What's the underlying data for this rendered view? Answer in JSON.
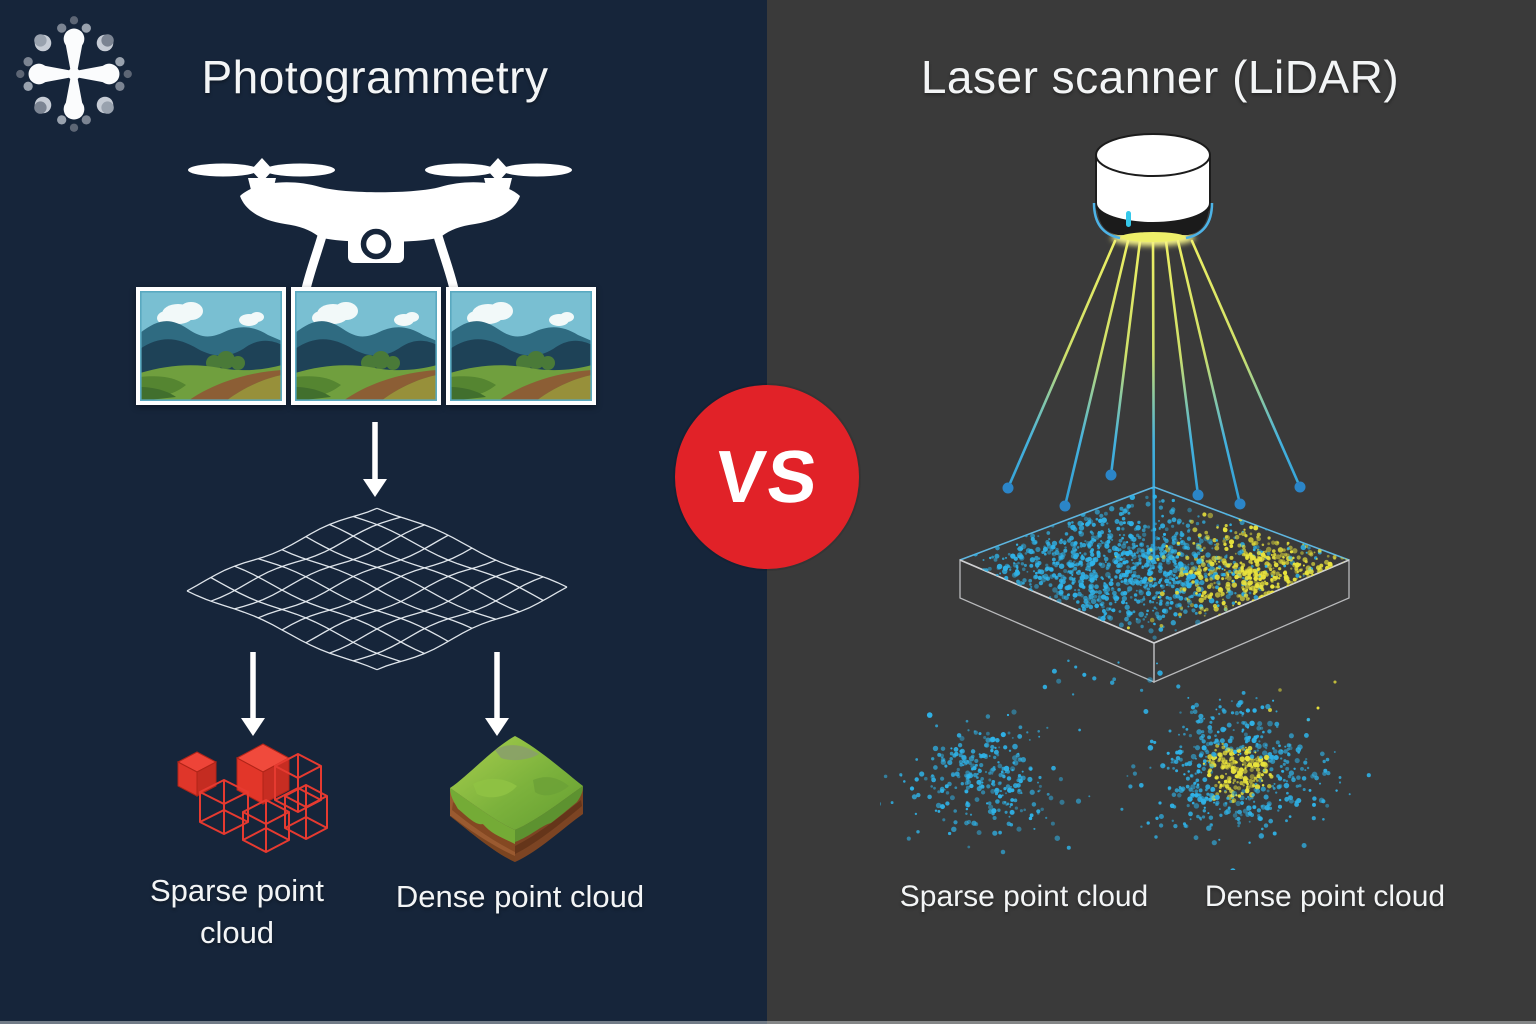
{
  "left_panel": {
    "bg": "#16253a",
    "title": "Photogrammetry",
    "label_sparse_line1": "Sparse point",
    "label_sparse_line2": "cloud",
    "label_dense": "Dense point cloud"
  },
  "right_panel": {
    "bg": "#3a3a3a",
    "title": "Laser scanner (LiDAR)",
    "label_sparse": "Sparse point cloud",
    "label_dense": "Dense point cloud"
  },
  "vs_badge": {
    "text": "VS",
    "bg": "#e12228",
    "fg": "#ffffff"
  },
  "icons": {
    "logo": "dot-cluster-cross-logo",
    "left_flow": [
      "quadcopter-drone",
      "landscape-photo-x3",
      "down-arrow",
      "wireframe-mesh",
      "down-arrow-x2",
      "red-cubes-sparse",
      "terrain-block-dense"
    ],
    "right_flow": [
      "lidar-scanner-cylinder",
      "laser-beams",
      "point-cloud-slab",
      "sparse-dot-blob",
      "dense-dot-blob"
    ]
  },
  "colors": {
    "navy_bg": "#16253a",
    "gray_bg": "#3a3a3a",
    "text": "#f3f5f6",
    "arrow": "#ffffff",
    "mesh_line": "#e9eef3",
    "beam_yellow": "#eef063",
    "beam_blue": "#2b9ad4",
    "beam_dot": "#2b85c8",
    "point_cyan": "#2fb3e8",
    "point_yellow": "#e9e33c",
    "cube_red": "#ee4438",
    "cube_wire": "#e63a30",
    "vs_red": "#e12228"
  },
  "point_clouds": {
    "slab": {
      "cyan_count": 950,
      "yellow_count": 520,
      "scatter_count": 260,
      "stray_count": 16
    },
    "sparse_blob": {
      "count": 300
    },
    "dense_blob": {
      "count": 620
    }
  }
}
